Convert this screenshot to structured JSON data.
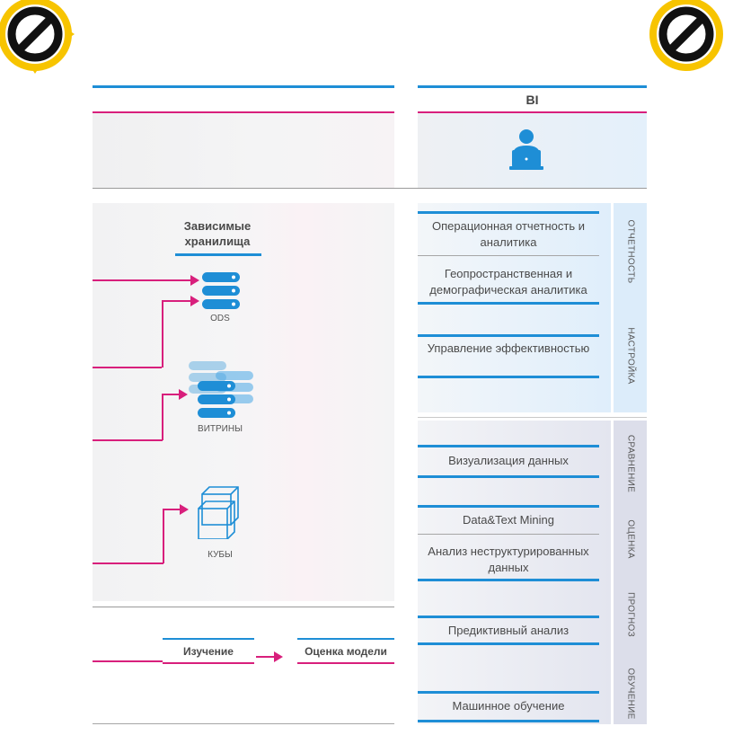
{
  "bi": {
    "title": "BI"
  },
  "left": {
    "dependent_storage": "Зависимые хранилища",
    "ods_label": "ODS",
    "marts_label": "ВИТРИНЫ",
    "cubes_label": "КУБЫ",
    "flow": {
      "study": "Изучение",
      "model_eval": "Оценка модели"
    }
  },
  "right": {
    "items": [
      "Операционная отчетность и аналитика",
      "Геопространственная и демографическая аналитика",
      "Управление эффективностью",
      "Визуализация данных",
      "Data&Text Mining",
      "Анализ неструктурированных данных",
      "Предиктивный анализ",
      "Машинное обучение"
    ],
    "vertical_labels": [
      "ОТЧЕТНОСТЬ",
      "НАСТРОЙКА",
      "СРАВНЕНИЕ",
      "ОЦЕНКА",
      "ПРОГНОЗ",
      "ОБУЧЕНИЕ"
    ]
  },
  "colors": {
    "blue": "#1e8ed6",
    "pink": "#d81f7c",
    "badge": "#f7c400"
  },
  "icons": [
    "forbidden-badge-icon",
    "user-laptop-icon",
    "database-stack-icon",
    "layered-database-icon",
    "cube-icon",
    "arrow-right-icon"
  ]
}
